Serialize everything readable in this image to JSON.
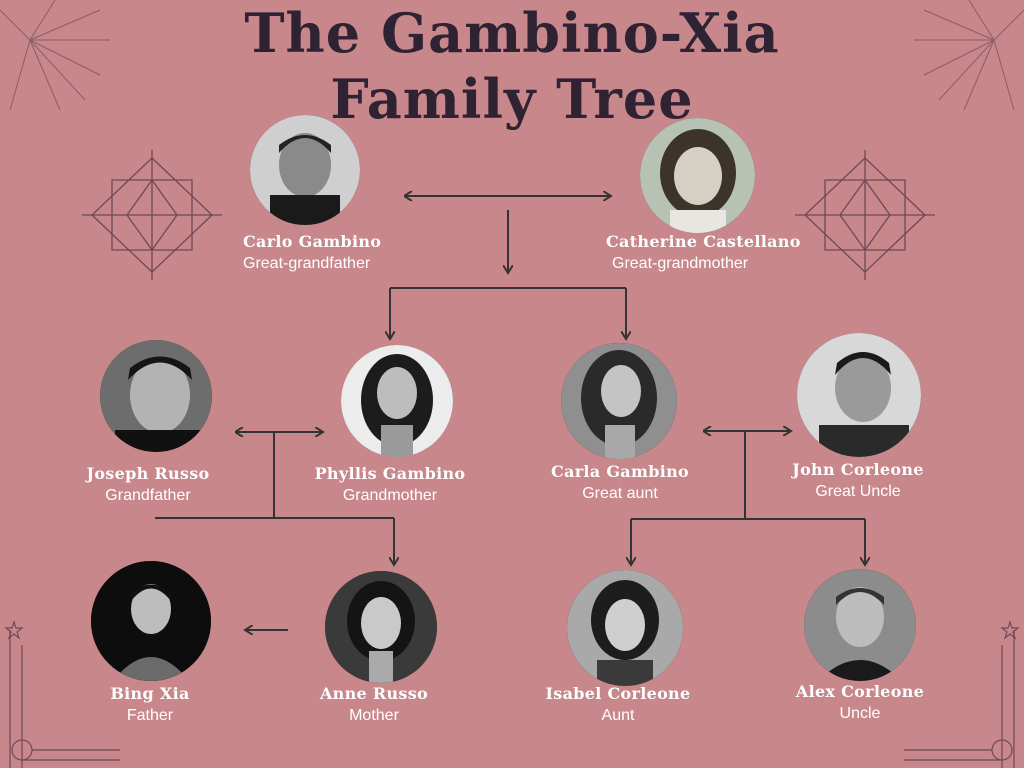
{
  "title": {
    "line1": "The Gambino-Xia",
    "line2": "Family Tree"
  },
  "colors": {
    "background": "#c8878a",
    "title": "#2e2233",
    "line": "#333333",
    "text": "#ffffff"
  },
  "people": {
    "carlo": {
      "name": "Carlo Gambino",
      "role": "Great-grandfather"
    },
    "catherine": {
      "name": "Catherine Castellano",
      "role": "Great-grandmother"
    },
    "joseph": {
      "name": "Joseph Russo",
      "role": "Grandfather"
    },
    "phyllis": {
      "name": "Phyllis Gambino",
      "role": "Grandmother"
    },
    "carla": {
      "name": "Carla Gambino",
      "role": "Great aunt"
    },
    "john": {
      "name": "John Corleone",
      "role": "Great Uncle"
    },
    "bing": {
      "name": "Bing Xia",
      "role": "Father"
    },
    "anne": {
      "name": "Anne Russo",
      "role": "Mother"
    },
    "isabel": {
      "name": "Isabel Corleone",
      "role": "Aunt"
    },
    "alex": {
      "name": "Alex Corleone",
      "role": "Uncle"
    }
  }
}
